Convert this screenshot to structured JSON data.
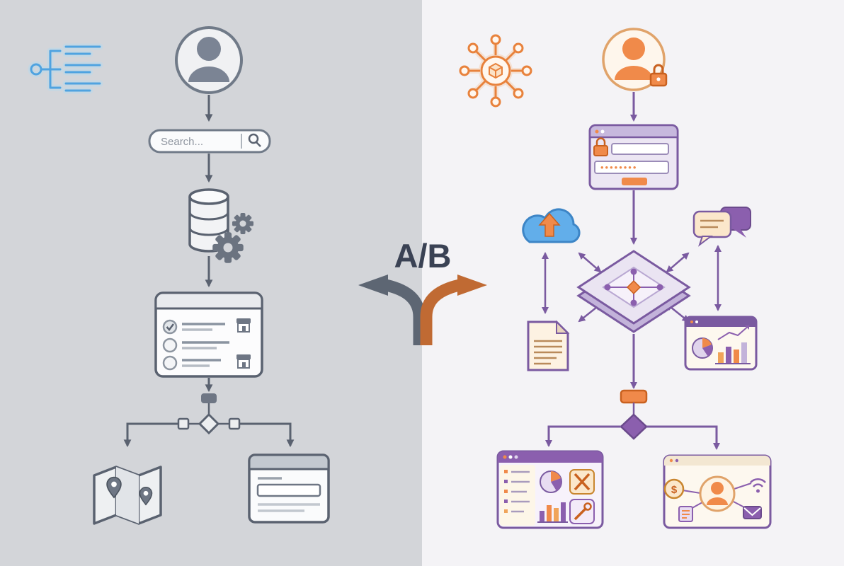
{
  "meta": {
    "description": "A/B comparison flowchart: plain search flow (variant A, gray) versus secure connected platform flow (variant B, color)"
  },
  "center": {
    "ab_label": "A/B"
  },
  "left_flow": {
    "search_placeholder": "Search...",
    "theme": {
      "background": "#d3d5d9",
      "stroke": "#5a6270",
      "panel_fill": "#fafbfc",
      "glow_blue": "#4fa3e0"
    },
    "icons": [
      "branch-list-icon",
      "user-icon",
      "search-bar",
      "magnifier-icon",
      "database-icon",
      "gear-icon",
      "checklist-panel",
      "check-circle-icon",
      "store-icon",
      "decision-split",
      "map-icon",
      "location-pin-icon",
      "browser-window"
    ]
  },
  "right_flow": {
    "password_mask": "••••••••",
    "currency_symbol": "$",
    "theme": {
      "background": "#f4f3f6",
      "stroke": "#7a5aa0",
      "accent_orange": "#f0894a",
      "accent_purple": "#8b5fae"
    },
    "icons": [
      "network-hub-icon",
      "secure-user-icon",
      "lock-icon",
      "login-form",
      "cloud-upload-icon",
      "chat-bubbles-icon",
      "processing-hub-icon",
      "document-icon",
      "analytics-window",
      "pie-chart-icon",
      "bar-chart-icon",
      "decision-split",
      "dashboard-window",
      "tools-icon",
      "wrench-icon",
      "engagement-screen",
      "dollar-icon",
      "wifi-icon",
      "mail-icon",
      "receipt-icon"
    ]
  }
}
